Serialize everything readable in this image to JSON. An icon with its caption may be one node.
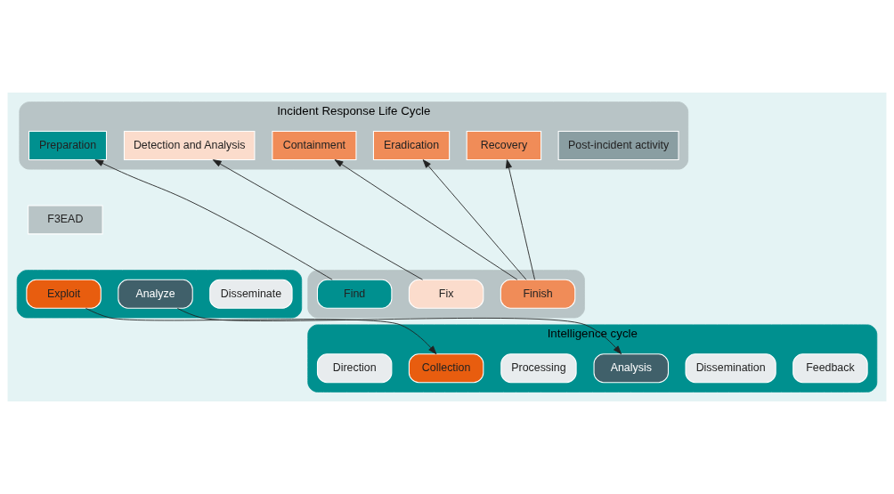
{
  "diagram": {
    "nodes": [
      {
        "text": [
          "Incident Response Life Cycle"
        ]
      },
      {
        "text": [
          "Preparation"
        ],
        "in": 0
      },
      {
        "text": [
          "Detection and Analysis"
        ],
        "in": 0
      },
      {
        "text": [
          "Containment"
        ],
        "in": 0
      },
      {
        "text": [
          "Eradication"
        ],
        "in": 0
      },
      {
        "text": [
          "Recovery"
        ],
        "in": 0
      },
      {
        "text": [
          "Post-incident activity"
        ],
        "in": 0
      },
      {
        "text": [
          "F3EAD"
        ]
      },
      {
        "text": [],
        "shape": "box"
      },
      {
        "text": [
          "Find"
        ],
        "in": 8
      },
      {
        "text": [
          "Fix"
        ],
        "in": 8
      },
      {
        "text": [
          "Finish"
        ],
        "in": 8
      },
      {
        "text": [],
        "shape": "box"
      },
      {
        "text": [
          "Exploit"
        ],
        "in": 12
      },
      {
        "text": [
          "Analyze"
        ],
        "in": 12
      },
      {
        "text": [
          "Disseminate"
        ],
        "in": 12
      },
      {
        "text": [
          "Intelligence cycle"
        ]
      },
      {
        "text": [
          "Direction"
        ],
        "in": 16
      },
      {
        "text": [
          "Collection"
        ],
        "in": 16
      },
      {
        "text": [
          "Processing"
        ],
        "in": 16
      },
      {
        "text": [
          "Analysis"
        ],
        "in": 16
      },
      {
        "text": [
          "Dissemination"
        ],
        "in": 16
      },
      {
        "text": [
          "Feedback"
        ],
        "in": 16
      }
    ],
    "edges": [
      {
        "from": 9,
        "to": 1,
        "arrow": "to"
      },
      {
        "from": 10,
        "to": 2,
        "arrow": "to"
      },
      {
        "from": 11,
        "to": 3,
        "arrow": "to"
      },
      {
        "from": 11,
        "to": 4,
        "arrow": "to"
      },
      {
        "from": 11,
        "to": 5,
        "arrow": "to"
      },
      {
        "from": 13,
        "to": 18,
        "arrow": "to"
      },
      {
        "from": 14,
        "to": 20,
        "arrow": "to"
      }
    ]
  }
}
